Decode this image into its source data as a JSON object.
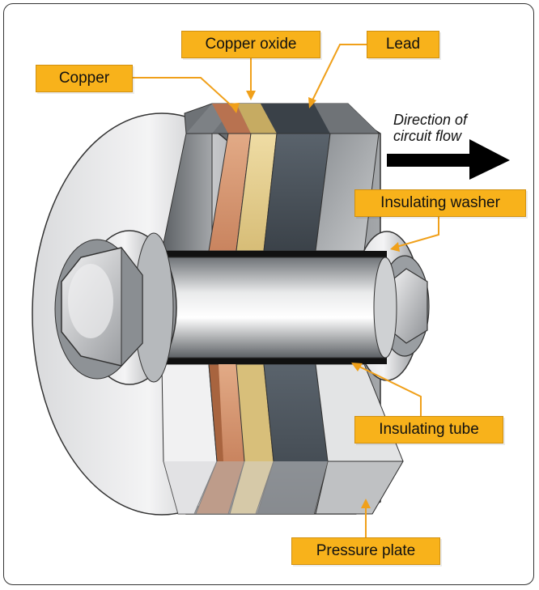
{
  "labels": {
    "copper": "Copper",
    "copper_oxide": "Copper oxide",
    "lead": "Lead",
    "insulating_washer": "Insulating washer",
    "insulating_tube": "Insulating tube",
    "pressure_plate": "Pressure plate"
  },
  "flow": {
    "line1": "Direction of",
    "line2": "circuit flow"
  },
  "colors": {
    "label_fill": "#f8b21b",
    "leader_line": "#f0a01a",
    "copper": "#d79a76",
    "copper_oxide": "#e4cf92",
    "lead": "#4e5760",
    "steel": "#9ea2a6",
    "arrow": "#000000"
  }
}
